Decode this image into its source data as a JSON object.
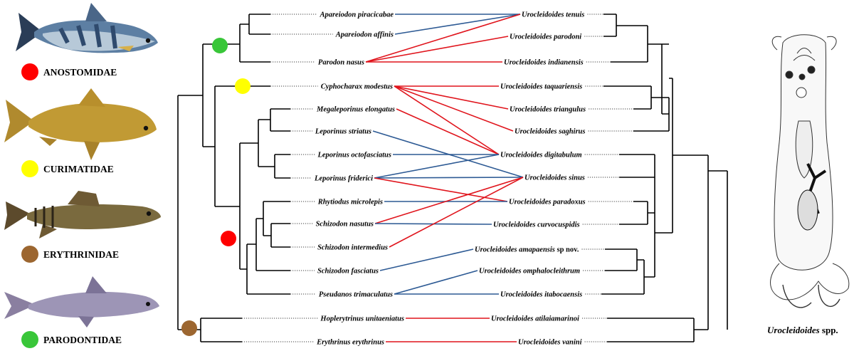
{
  "colors": {
    "anostomidae": "#ff0000",
    "curimatidae": "#ffff00",
    "erythrinidae": "#9c6630",
    "parodontidae": "#39c639",
    "link_red": "#e0141c",
    "link_blue": "#2d5a94"
  },
  "families": [
    {
      "id": "anostomidae",
      "label": "ANOSTOMIDAE",
      "color": "#ff0000"
    },
    {
      "id": "curimatidae",
      "label": "CURIMATIDAE",
      "color": "#ffff00"
    },
    {
      "id": "erythrinidae",
      "label": "ERYTHRINIDAE",
      "color": "#9c6630"
    },
    {
      "id": "parodontidae",
      "label": "PARODONTIDAE",
      "color": "#39c639"
    }
  ],
  "hosts": [
    "Apareiodon piracicabae",
    "Apareiodon affinis",
    "Parodon nasus",
    "Cyphocharax modestus",
    "Megaleporinus elongatus",
    "Leporinus striatus",
    "Leporinus octofasciatus",
    "Leporinus friderici",
    "Rhytiodus microlepis",
    "Schizodon nasutus",
    "Schizodon intermedius",
    "Schizodon fasciatus",
    "Pseudanos trimaculatus",
    "Hoplerytrinus unitaeniatus",
    "Erythrinus erythrinus"
  ],
  "parasites": [
    {
      "genus": "Urocleidoides",
      "epithet": "tenuis",
      "suffix": ""
    },
    {
      "genus": "Urocleidoides",
      "epithet": "parodoni",
      "suffix": ""
    },
    {
      "genus": "Urocleidoides",
      "epithet": "indianensis",
      "suffix": ""
    },
    {
      "genus": "Urocleidoides",
      "epithet": "taquariensis",
      "suffix": ""
    },
    {
      "genus": "Urocleidoides",
      "epithet": "triangulus",
      "suffix": ""
    },
    {
      "genus": "Urocleidoides",
      "epithet": "saghirus",
      "suffix": ""
    },
    {
      "genus": "Urocleidoides",
      "epithet": "digitabulum",
      "suffix": ""
    },
    {
      "genus": "Urocleidoides",
      "epithet": "sinus",
      "suffix": ""
    },
    {
      "genus": "Urocleidoides",
      "epithet": "paradoxus",
      "suffix": ""
    },
    {
      "genus": "Urocleidoides",
      "epithet": "curvocuspidis",
      "suffix": ""
    },
    {
      "genus": "Urocleidoides",
      "epithet": "amapaensis",
      "suffix": "sp nov."
    },
    {
      "genus": "Urocleidoides",
      "epithet": "omphalocleithrum",
      "suffix": ""
    },
    {
      "genus": "Urocleidoides",
      "epithet": "itabocaensis",
      "suffix": ""
    },
    {
      "genus": "Urocleidoides",
      "epithet": "atilaiamarinoi",
      "suffix": ""
    },
    {
      "genus": "Urocleidoides",
      "epithet": "vanini",
      "suffix": ""
    }
  ],
  "associations": [
    {
      "host": 0,
      "parasite": 0,
      "color": "blue"
    },
    {
      "host": 1,
      "parasite": 0,
      "color": "blue"
    },
    {
      "host": 2,
      "parasite": 0,
      "color": "red"
    },
    {
      "host": 2,
      "parasite": 1,
      "color": "red"
    },
    {
      "host": 2,
      "parasite": 2,
      "color": "red"
    },
    {
      "host": 3,
      "parasite": 3,
      "color": "red"
    },
    {
      "host": 3,
      "parasite": 4,
      "color": "red"
    },
    {
      "host": 3,
      "parasite": 5,
      "color": "red"
    },
    {
      "host": 3,
      "parasite": 6,
      "color": "red"
    },
    {
      "host": 4,
      "parasite": 6,
      "color": "red"
    },
    {
      "host": 5,
      "parasite": 7,
      "color": "blue"
    },
    {
      "host": 6,
      "parasite": 6,
      "color": "blue"
    },
    {
      "host": 7,
      "parasite": 6,
      "color": "blue"
    },
    {
      "host": 7,
      "parasite": 7,
      "color": "blue"
    },
    {
      "host": 7,
      "parasite": 8,
      "color": "red"
    },
    {
      "host": 8,
      "parasite": 8,
      "color": "blue"
    },
    {
      "host": 9,
      "parasite": 7,
      "color": "red"
    },
    {
      "host": 9,
      "parasite": 9,
      "color": "blue"
    },
    {
      "host": 10,
      "parasite": 7,
      "color": "red"
    },
    {
      "host": 11,
      "parasite": 10,
      "color": "blue"
    },
    {
      "host": 12,
      "parasite": 11,
      "color": "blue"
    },
    {
      "host": 12,
      "parasite": 12,
      "color": "blue"
    },
    {
      "host": 13,
      "parasite": 13,
      "color": "red"
    },
    {
      "host": 14,
      "parasite": 14,
      "color": "red"
    }
  ],
  "caption": {
    "italic": "Urocleidoides",
    "plain": " spp."
  }
}
